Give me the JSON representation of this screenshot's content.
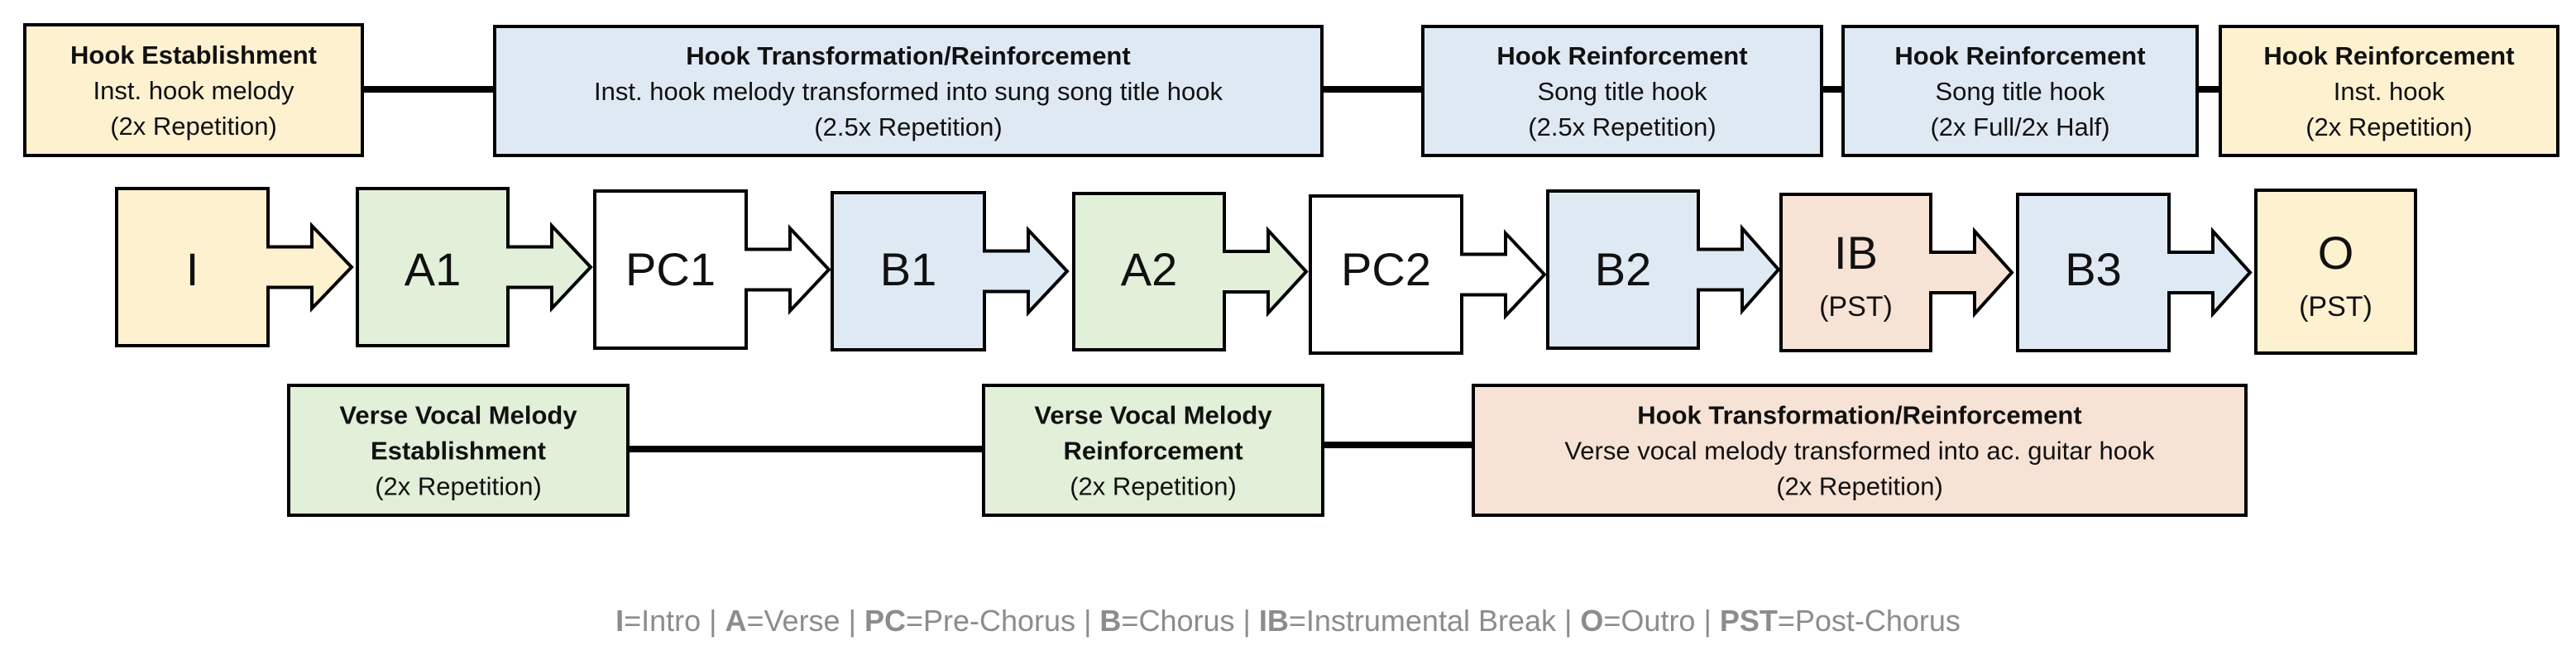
{
  "colors": {
    "intro_outro": "#fdf1d0",
    "verse": "#e2efd9",
    "pre_chorus": "#ffffff",
    "chorus": "#dfe9f4",
    "instrumental_break": "#f7e3d5",
    "border": "#000000",
    "legend_text": "#8c8c8c"
  },
  "top_annotations": [
    {
      "title": "Hook Establishment",
      "lines": [
        "Inst. hook melody",
        "(2x Repetition)"
      ],
      "color_key": "intro_outro"
    },
    {
      "title": "Hook Transformation/Reinforcement",
      "lines": [
        "Inst. hook melody transformed into sung song title hook",
        "(2.5x Repetition)"
      ],
      "color_key": "chorus"
    },
    {
      "title": "Hook Reinforcement",
      "lines": [
        "Song title hook",
        "(2.5x Repetition)"
      ],
      "color_key": "chorus"
    },
    {
      "title": "Hook Reinforcement",
      "lines": [
        "Song title hook",
        "(2x Full/2x Half)"
      ],
      "color_key": "chorus"
    },
    {
      "title": "Hook Reinforcement",
      "lines": [
        "Inst. hook",
        "(2x Repetition)"
      ],
      "color_key": "intro_outro"
    }
  ],
  "sections": [
    {
      "label": "I",
      "sub": "",
      "color_key": "intro_outro",
      "arrow": true
    },
    {
      "label": "A1",
      "sub": "",
      "color_key": "verse",
      "arrow": true
    },
    {
      "label": "PC1",
      "sub": "",
      "color_key": "pre_chorus",
      "arrow": true
    },
    {
      "label": "B1",
      "sub": "",
      "color_key": "chorus",
      "arrow": true
    },
    {
      "label": "A2",
      "sub": "",
      "color_key": "verse",
      "arrow": true
    },
    {
      "label": "PC2",
      "sub": "",
      "color_key": "pre_chorus",
      "arrow": true
    },
    {
      "label": "B2",
      "sub": "",
      "color_key": "chorus",
      "arrow": true
    },
    {
      "label": "IB",
      "sub": "(PST)",
      "color_key": "instrumental_break",
      "arrow": true
    },
    {
      "label": "B3",
      "sub": "",
      "color_key": "chorus",
      "arrow": true
    },
    {
      "label": "O",
      "sub": "(PST)",
      "color_key": "intro_outro",
      "arrow": false
    }
  ],
  "bottom_annotations": [
    {
      "title_lines": [
        "Verse Vocal Melody",
        "Establishment"
      ],
      "lines": [
        "(2x Repetition)"
      ],
      "color_key": "verse"
    },
    {
      "title_lines": [
        "Verse Vocal Melody",
        "Reinforcement"
      ],
      "lines": [
        "(2x Repetition)"
      ],
      "color_key": "verse"
    },
    {
      "title_lines": [
        "Hook Transformation/Reinforcement"
      ],
      "lines": [
        "Verse vocal melody transformed into ac. guitar hook",
        "(2x Repetition)"
      ],
      "color_key": "instrumental_break"
    }
  ],
  "legend": [
    {
      "abbr": "I",
      "meaning": "Intro"
    },
    {
      "abbr": "A",
      "meaning": "Verse"
    },
    {
      "abbr": "PC",
      "meaning": "Pre-Chorus"
    },
    {
      "abbr": "B",
      "meaning": "Chorus"
    },
    {
      "abbr": "IB",
      "meaning": "Instrumental Break"
    },
    {
      "abbr": "O",
      "meaning": "Outro"
    },
    {
      "abbr": "PST",
      "meaning": "Post-Chorus"
    }
  ],
  "legend_separator": " | ",
  "legend_equals": "="
}
